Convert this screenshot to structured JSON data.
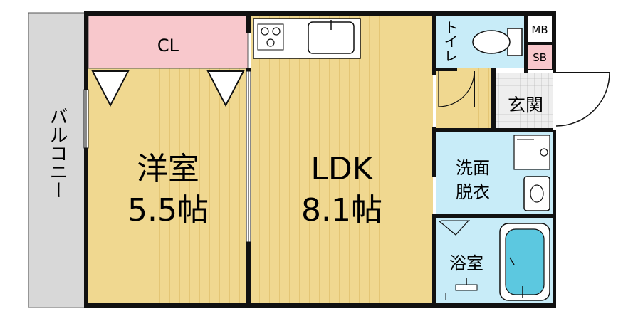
{
  "rooms": {
    "balcony": {
      "label": "バルコニー"
    },
    "closet": {
      "label": "CL"
    },
    "western_room": {
      "name": "洋室",
      "size": "5.5帖"
    },
    "ldk": {
      "name": "LDK",
      "size": "8.1帖"
    },
    "toilet": {
      "label": "トイレ"
    },
    "mb": {
      "label": "MB"
    },
    "sb": {
      "label": "SB"
    },
    "entrance": {
      "label": "玄関"
    },
    "washroom": {
      "line1": "洗面",
      "line2": "脱衣"
    },
    "bathroom": {
      "label": "浴室"
    }
  },
  "colors": {
    "wood_floor": "#f0d890",
    "wood_line": "#d9b45a",
    "wet_area": "#c8ecf8",
    "closet": "#f8c8cc",
    "bathtub": "#5cc8e0",
    "balcony": "#d8d8d8",
    "wall": "#111111"
  }
}
